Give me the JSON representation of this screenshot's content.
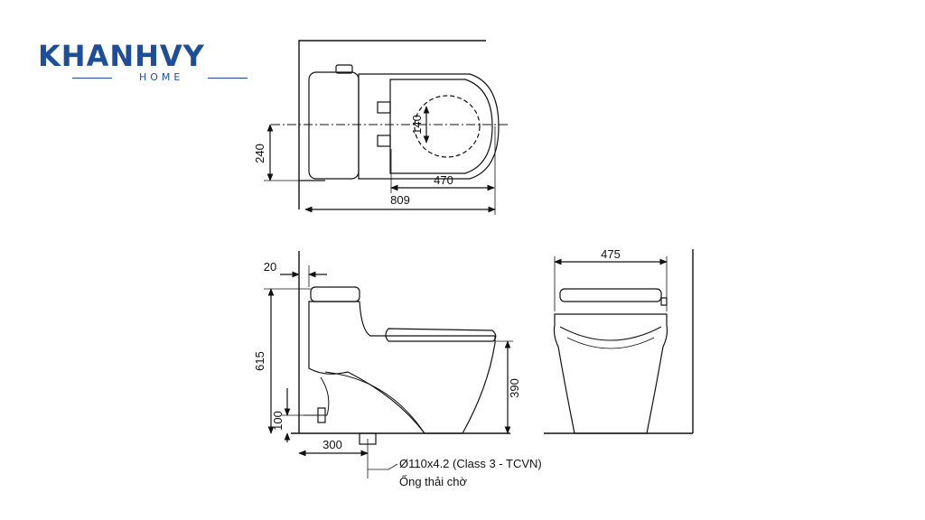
{
  "logo": {
    "brand": "KHANHVY",
    "sub": "HOME"
  },
  "colors": {
    "brand": "#1f4e99",
    "line": "#111111"
  },
  "top_view": {
    "dim_width": "240",
    "dim_seat": "140",
    "dim_center": "470",
    "dim_length": "809"
  },
  "side_view": {
    "dim_wall_gap": "20",
    "dim_height": "615",
    "dim_inlet": "100",
    "dim_seat_height": "390",
    "dim_rough_in": "300"
  },
  "front_view": {
    "dim_width": "475"
  },
  "outlet": {
    "spec": "Ø110x4.2 (Class 3 - TCVN)",
    "label": "Ống thải chờ"
  }
}
